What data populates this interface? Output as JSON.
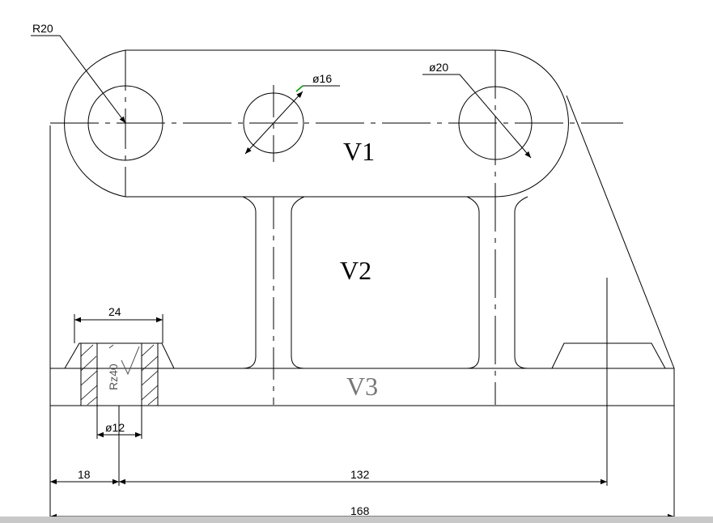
{
  "drawing": {
    "labels": {
      "v1": "V1",
      "v2": "V2",
      "v3": "V3"
    },
    "dimensions": {
      "radius": "R20",
      "hole_small": "ø16",
      "hole_large": "ø20",
      "boss_width": "24",
      "bore": "ø12",
      "roughness": "Rz40",
      "left_offset": "18",
      "span": "132",
      "overall": "168"
    },
    "colors": {
      "line": "#000000",
      "leader_accent": "#00a000",
      "hatch": "#000000"
    }
  }
}
